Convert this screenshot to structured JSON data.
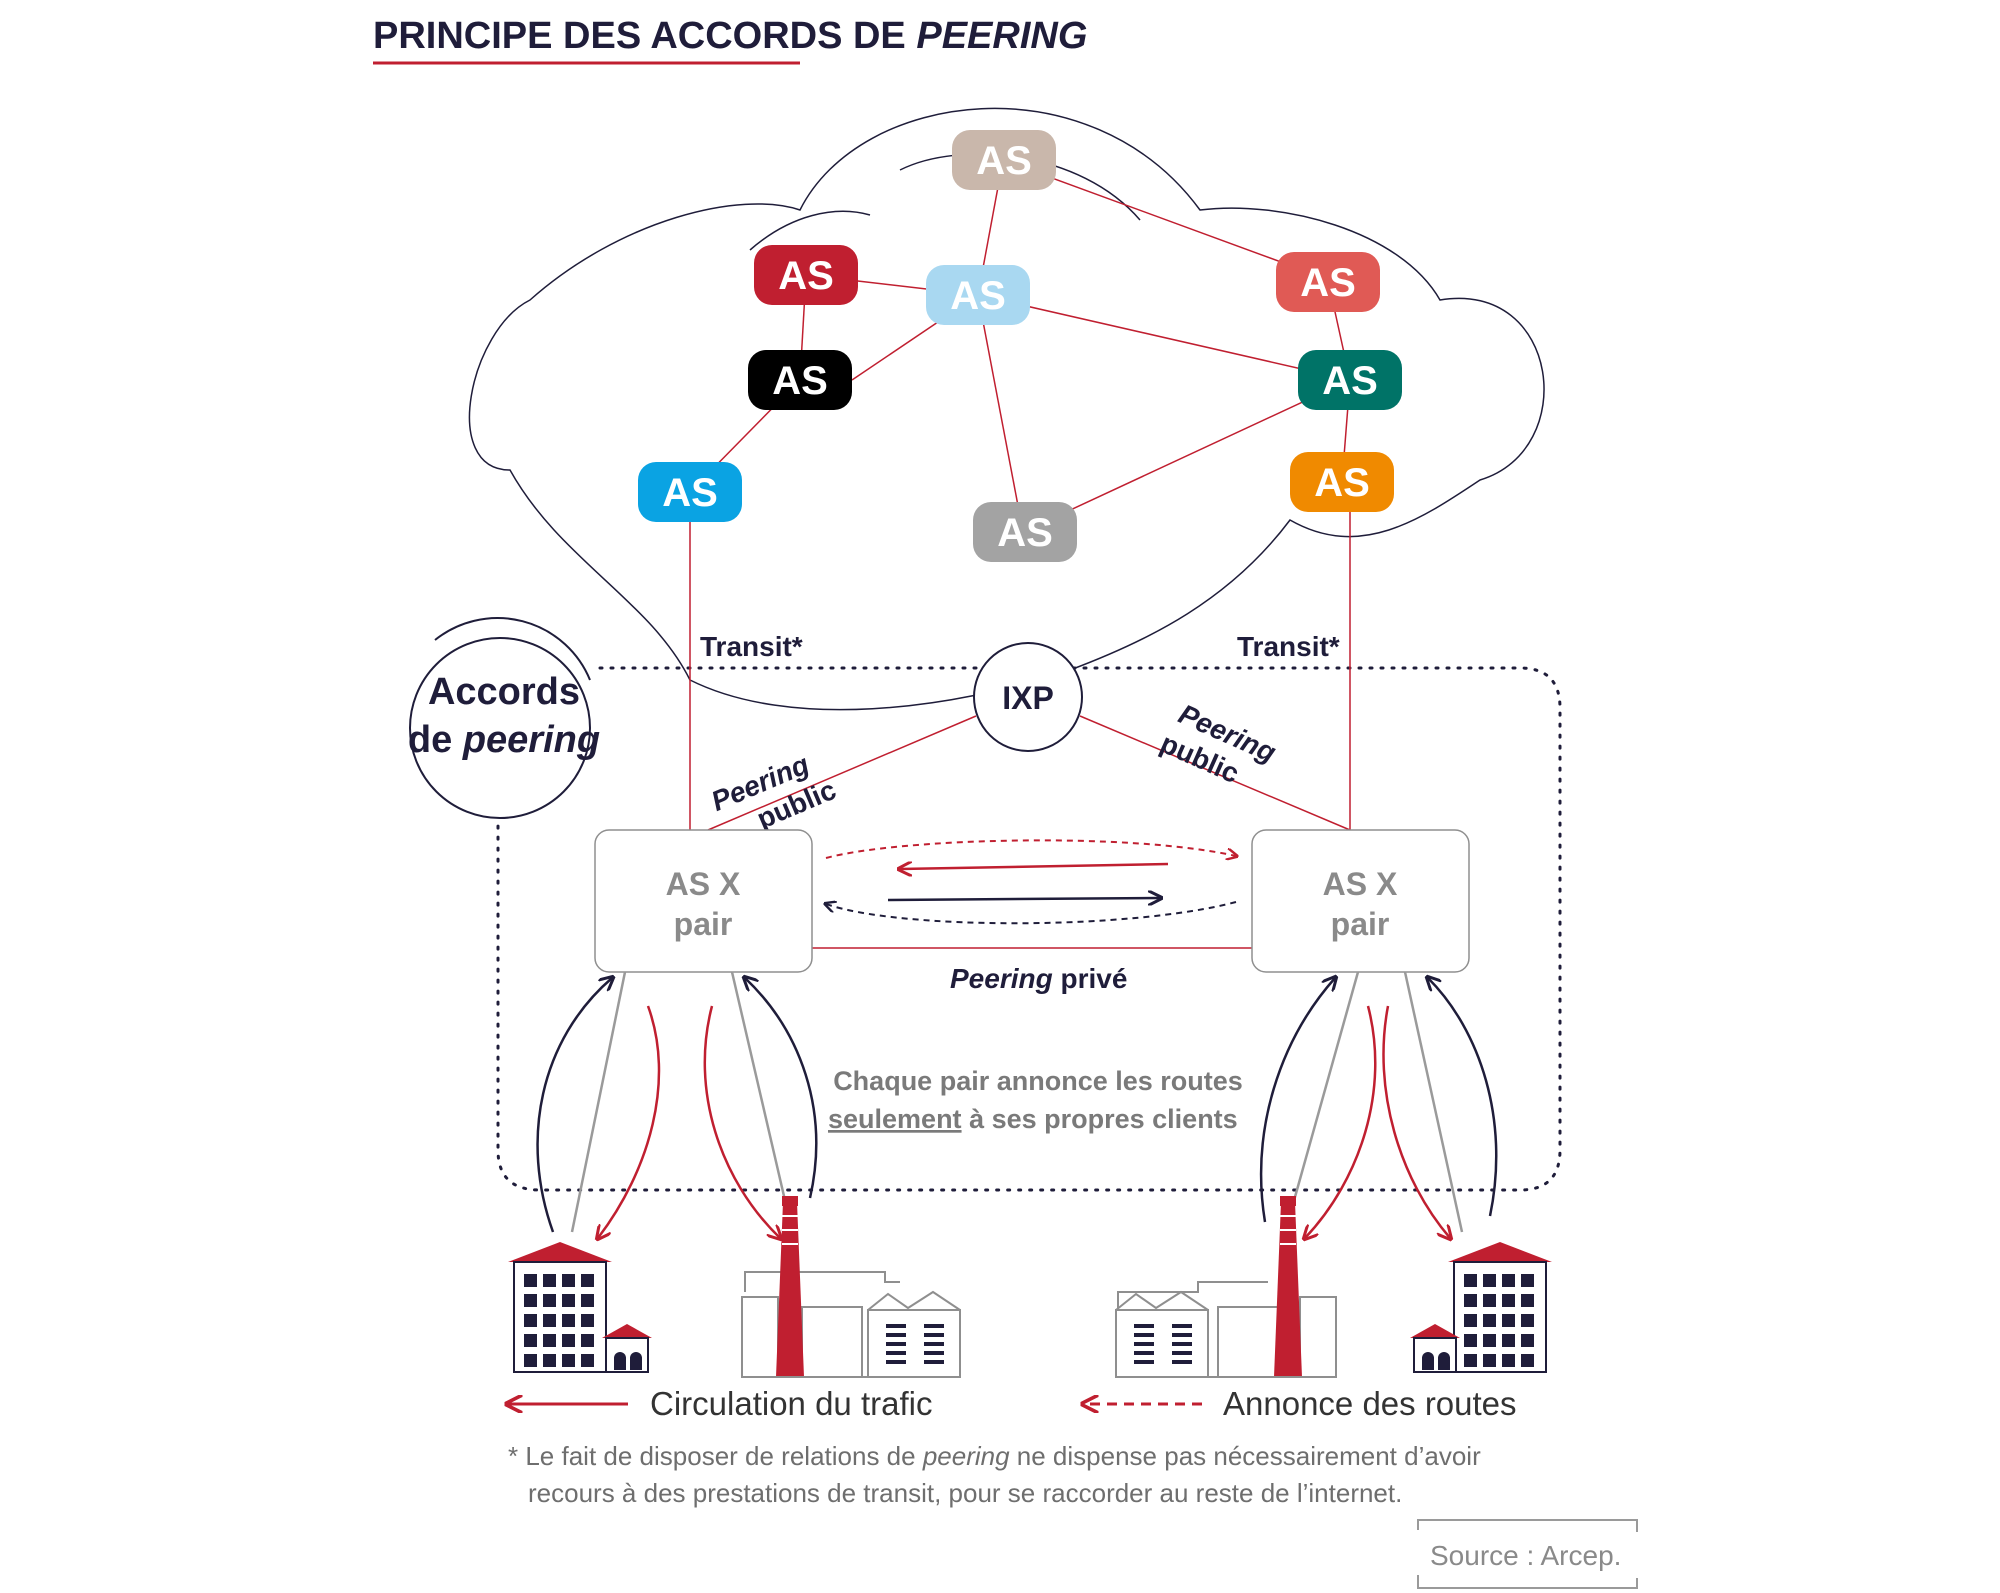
{
  "title": {
    "main": "PRINCIPE DES ACCORDS DE ",
    "italic": "PEERING"
  },
  "colors": {
    "accent_red": "#c01f30",
    "navy": "#1f1d3a",
    "grey_line": "#9a9a9a"
  },
  "cloud_nodes": [
    {
      "label": "AS",
      "color": "#c9b7ab"
    },
    {
      "label": "AS",
      "color": "#c01f30"
    },
    {
      "label": "AS",
      "color": "#a9d8f1"
    },
    {
      "label": "AS",
      "color": "#e05a55"
    },
    {
      "label": "AS",
      "color": "#000000"
    },
    {
      "label": "AS",
      "color": "#007367"
    },
    {
      "label": "AS",
      "color": "#0aa3e3"
    },
    {
      "label": "AS",
      "color": "#f08a00"
    },
    {
      "label": "AS",
      "color": "#a3a3a3"
    }
  ],
  "labels": {
    "transit_left": "Transit*",
    "transit_right": "Transit*",
    "ixp": "IXP",
    "peering_public_left_1": "Peering",
    "peering_public_left_2": "public",
    "peering_public_right_1": "Peering",
    "peering_public_right_2": "public",
    "peering_prive_italic": "Peering",
    "peering_prive_rest": " privé"
  },
  "badge": {
    "line1": "Accords",
    "line2_prefix": "de ",
    "line2_italic": "peering"
  },
  "peers": {
    "left": {
      "line1": "AS X",
      "line2": "pair"
    },
    "right": {
      "line1": "AS X",
      "line2": "pair"
    }
  },
  "note": {
    "line1": "Chaque pair annonce les routes",
    "line2_underlined": "seulement",
    "line2_rest": " à ses propres clients"
  },
  "legend": {
    "traffic": "Circulation du trafic",
    "routes": "Annonce des routes"
  },
  "footnote": {
    "line1_a": "* Le fait de disposer de relations de ",
    "line1_italic": "peering",
    "line1_b": " ne dispense pas nécessairement d’avoir",
    "line2": "recours à des prestations de transit, pour se raccorder au reste de l’internet."
  },
  "source": "Source : Arcep."
}
